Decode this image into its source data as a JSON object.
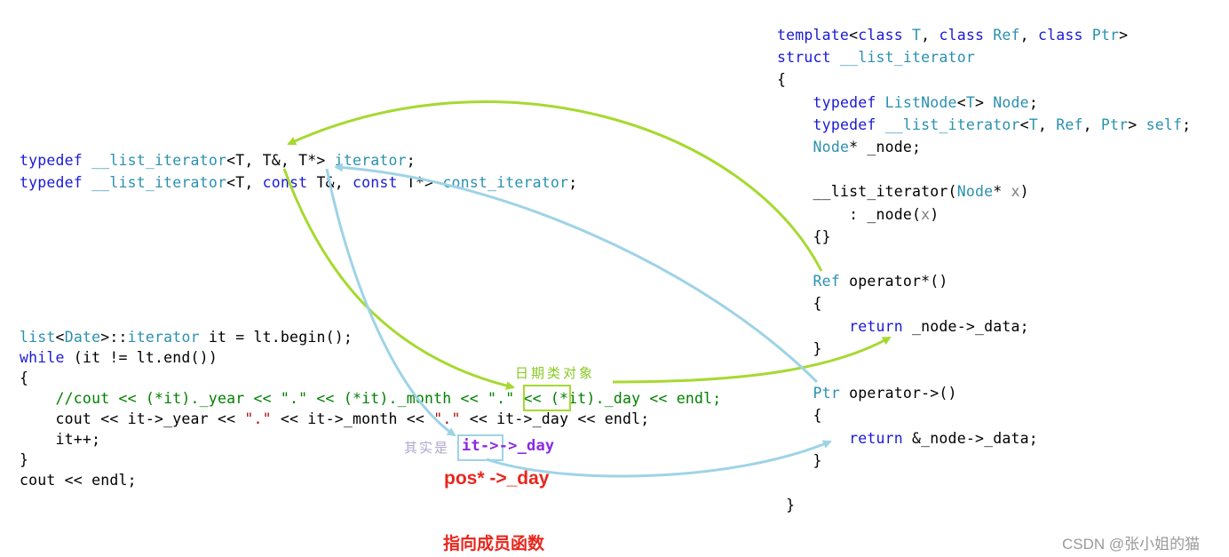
{
  "left_typedefs": [
    [
      [
        "kw",
        "typedef"
      ],
      [
        "tx",
        " "
      ],
      [
        "ty",
        "__list_iterator"
      ],
      [
        "tx",
        "<T, T&, T*> "
      ],
      [
        "ty",
        "iterator"
      ],
      [
        "tx",
        ";"
      ]
    ],
    [
      [
        "kw",
        "typedef"
      ],
      [
        "tx",
        " "
      ],
      [
        "ty",
        "__list_iterator"
      ],
      [
        "tx",
        "<T, "
      ],
      [
        "kw",
        "const"
      ],
      [
        "tx",
        " T&, "
      ],
      [
        "kw",
        "const"
      ],
      [
        "tx",
        " T*> "
      ],
      [
        "ty",
        "const_iterator"
      ],
      [
        "tx",
        ";"
      ]
    ]
  ],
  "left_main": [
    [
      [
        "ty",
        "list"
      ],
      [
        "tx",
        "<"
      ],
      [
        "ty",
        "Date"
      ],
      [
        "tx",
        ">::"
      ],
      [
        "ty",
        "iterator"
      ],
      [
        "tx",
        " it = lt.begin();"
      ]
    ],
    [
      [
        "kw",
        "while"
      ],
      [
        "tx",
        " (it != lt.end())"
      ]
    ],
    [
      [
        "tx",
        "{"
      ]
    ],
    [
      [
        "cm",
        "    //cout << (*it)._year << \".\" << (*it)._month << \".\" << (*it)._day << endl;"
      ]
    ],
    [
      [
        "tx",
        "    cout << it->_year << "
      ],
      [
        "st",
        "\".\""
      ],
      [
        "tx",
        " << it->_month << "
      ],
      [
        "st",
        "\".\""
      ],
      [
        "tx",
        " << it->_day << endl;"
      ]
    ],
    [
      [
        "tx",
        "    it++;"
      ]
    ],
    [
      [
        "tx",
        "}"
      ]
    ],
    [
      [
        "tx",
        "cout << endl;"
      ]
    ]
  ],
  "right_code": [
    [
      [
        "kw",
        "template"
      ],
      [
        "tx",
        "<"
      ],
      [
        "kw",
        "class"
      ],
      [
        "tx",
        " "
      ],
      [
        "ty",
        "T"
      ],
      [
        "tx",
        ", "
      ],
      [
        "kw",
        "class"
      ],
      [
        "tx",
        " "
      ],
      [
        "ty",
        "Ref"
      ],
      [
        "tx",
        ", "
      ],
      [
        "kw",
        "class"
      ],
      [
        "tx",
        " "
      ],
      [
        "ty",
        "Ptr"
      ],
      [
        "tx",
        ">"
      ]
    ],
    [
      [
        "kw",
        "struct"
      ],
      [
        "tx",
        " "
      ],
      [
        "ty",
        "__list_iterator"
      ]
    ],
    [
      [
        "tx",
        "{"
      ]
    ],
    [
      [
        "tx",
        "    "
      ],
      [
        "kw",
        "typedef"
      ],
      [
        "tx",
        " "
      ],
      [
        "ty",
        "ListNode"
      ],
      [
        "tx",
        "<"
      ],
      [
        "ty",
        "T"
      ],
      [
        "tx",
        "> "
      ],
      [
        "ty",
        "Node"
      ],
      [
        "tx",
        ";"
      ]
    ],
    [
      [
        "tx",
        "    "
      ],
      [
        "kw",
        "typedef"
      ],
      [
        "tx",
        " "
      ],
      [
        "ty",
        "__list_iterator"
      ],
      [
        "tx",
        "<"
      ],
      [
        "ty",
        "T"
      ],
      [
        "tx",
        ", "
      ],
      [
        "ty",
        "Ref"
      ],
      [
        "tx",
        ", "
      ],
      [
        "ty",
        "Ptr"
      ],
      [
        "tx",
        "> "
      ],
      [
        "ty",
        "self"
      ],
      [
        "tx",
        ";"
      ]
    ],
    [
      [
        "tx",
        "    "
      ],
      [
        "ty",
        "Node"
      ],
      [
        "tx",
        "* _node;"
      ]
    ],
    [
      [
        "tx",
        " "
      ]
    ],
    [
      [
        "tx",
        "    __list_iterator("
      ],
      [
        "ty",
        "Node"
      ],
      [
        "tx",
        "* "
      ],
      [
        "pm",
        "x"
      ],
      [
        "tx",
        ")"
      ]
    ],
    [
      [
        "tx",
        "        : _node("
      ],
      [
        "pm",
        "x"
      ],
      [
        "tx",
        ")"
      ]
    ],
    [
      [
        "tx",
        "    {}"
      ]
    ],
    [
      [
        "tx",
        " "
      ]
    ],
    [
      [
        "tx",
        "    "
      ],
      [
        "ty",
        "Ref"
      ],
      [
        "tx",
        " operator*()"
      ]
    ],
    [
      [
        "tx",
        "    {"
      ]
    ],
    [
      [
        "tx",
        "        "
      ],
      [
        "kw",
        "return"
      ],
      [
        "tx",
        " _node->_data;"
      ]
    ],
    [
      [
        "tx",
        "    }"
      ]
    ],
    [
      [
        "tx",
        " "
      ]
    ],
    [
      [
        "tx",
        "    "
      ],
      [
        "ty",
        "Ptr"
      ],
      [
        "tx",
        " operator->()"
      ]
    ],
    [
      [
        "tx",
        "    {"
      ]
    ],
    [
      [
        "tx",
        "        "
      ],
      [
        "kw",
        "return"
      ],
      [
        "tx",
        " &_node->_data;"
      ]
    ],
    [
      [
        "tx",
        "    }"
      ]
    ],
    [
      [
        "tx",
        " "
      ]
    ],
    [
      [
        "tx",
        " }"
      ]
    ]
  ],
  "annotations": {
    "date_object": "日期类对象",
    "actually_is": "其实是",
    "arrow_day": "it->->_day",
    "pos_day": "pos* ->_day",
    "points_to_member": "指向成员函数"
  },
  "watermark": "CSDN @张小姐的猫",
  "colors": {
    "keyword": "#1a1ad6",
    "type": "#2b91af",
    "comment": "#008000",
    "string": "#a31515",
    "green_arrow": "#a6d930",
    "blue_arrow": "#9ed3e6",
    "red_text": "#e8261d",
    "purple_text": "#8a2be2"
  }
}
